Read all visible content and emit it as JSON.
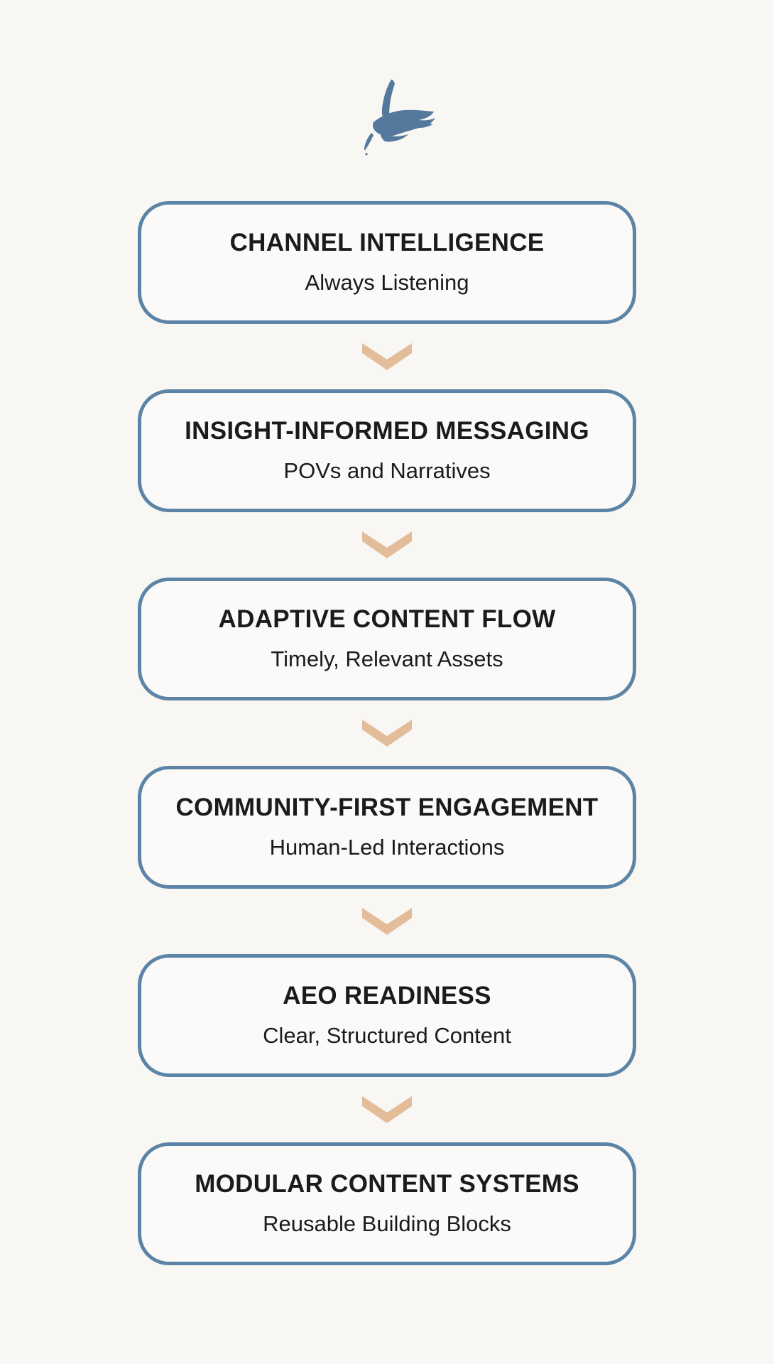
{
  "theme": {
    "page_bg": "#f8f7f4",
    "card_bg": "#fbfaf8",
    "card_border": "#5b84a6",
    "arrow": "#e3bd99",
    "logo": "#54799c",
    "text": "#1b1b1b"
  },
  "icons": {
    "logo": "brush-bird-logo",
    "connector": "chevron-down-icon"
  },
  "flow": {
    "steps": [
      {
        "title": "CHANNEL INTELLIGENCE",
        "subtitle": "Always Listening"
      },
      {
        "title": "INSIGHT-INFORMED MESSAGING",
        "subtitle": "POVs and Narratives"
      },
      {
        "title": "ADAPTIVE CONTENT FLOW",
        "subtitle": "Timely, Relevant Assets"
      },
      {
        "title": "COMMUNITY-FIRST ENGAGEMENT",
        "subtitle": "Human-Led Interactions"
      },
      {
        "title": "AEO READINESS",
        "subtitle": "Clear, Structured Content"
      },
      {
        "title": "MODULAR CONTENT SYSTEMS",
        "subtitle": "Reusable Building Blocks"
      }
    ]
  }
}
